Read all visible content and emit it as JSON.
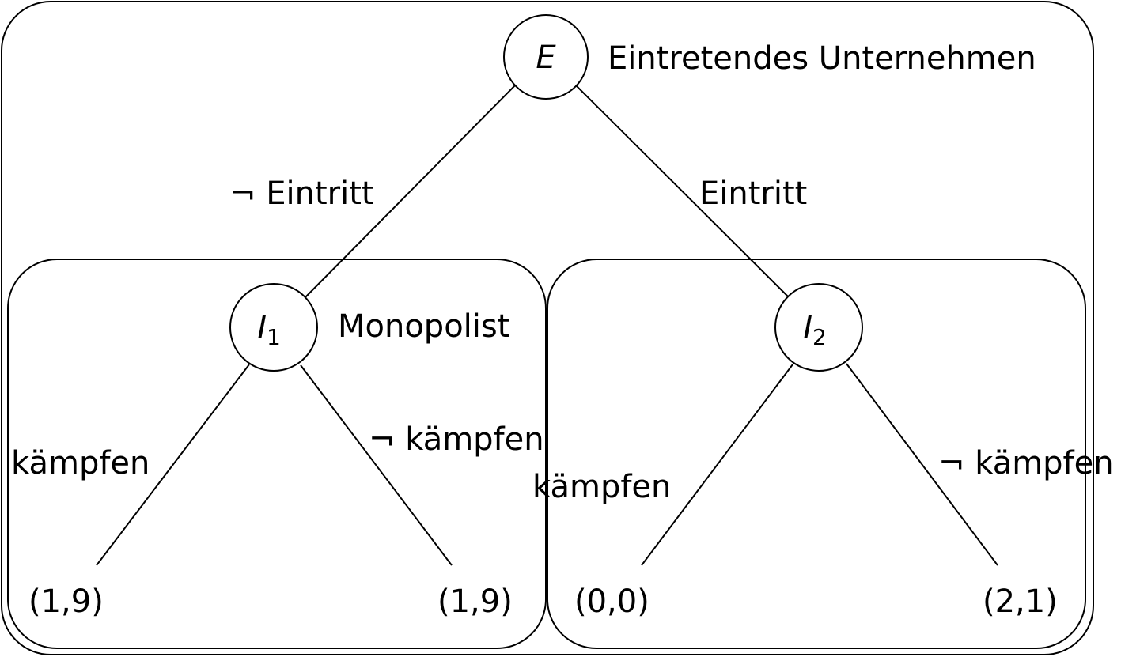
{
  "nodes": {
    "entrant": {
      "letter": "E",
      "sub": "",
      "role": "Eintretendes Unternehmen"
    },
    "incumbent_1": {
      "letter": "I",
      "sub": "1",
      "role": "Monopolist"
    },
    "incumbent_2": {
      "letter": "I",
      "sub": "2",
      "role": ""
    }
  },
  "edges": {
    "no_entry": "¬ Eintritt",
    "entry": "Eintritt",
    "i1_fight": "kämpfen",
    "i1_no_fight": "¬ kämpfen",
    "i2_fight": "kämpfen",
    "i2_no_fight": "¬ kämpfen"
  },
  "payoffs": {
    "i1_fight": "(1,9)",
    "i1_no_fight": "(1,9)",
    "i2_fight": "(0,0)",
    "i2_no_fight": "(2,1)"
  }
}
